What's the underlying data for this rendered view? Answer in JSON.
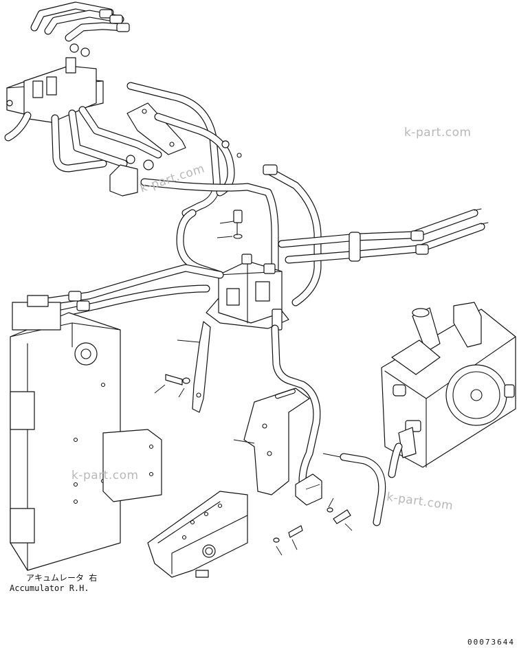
{
  "watermarks": {
    "top_right": "k-part.com",
    "center": "k-part.com",
    "left_bottom": "k-part.com",
    "right_bottom": "k-part.com"
  },
  "caption": {
    "japanese": "アキュムレータ 右",
    "english": "Accumulator R.H."
  },
  "serial_number": "00073644"
}
